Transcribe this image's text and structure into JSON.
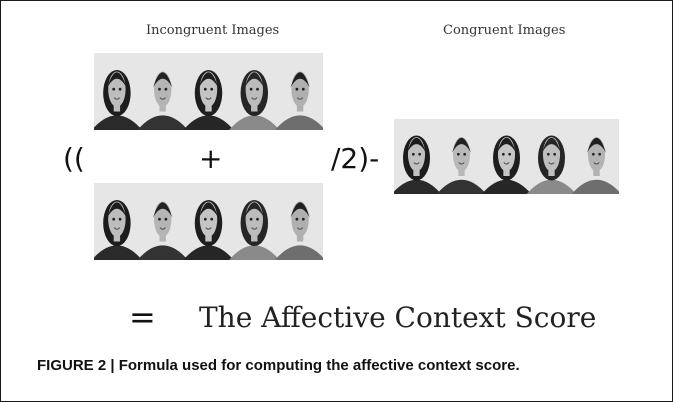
{
  "figure": {
    "heading_left": "Incongruent Images",
    "heading_right": "Congruent Images",
    "operators": {
      "open": "((",
      "plus": "+",
      "divide": "/2)-",
      "equals": "="
    },
    "result": "The Affective Context Score",
    "caption": "FIGURE 2 | Formula used for computing the affective context score."
  },
  "panels": [
    {
      "name": "incongruent-top",
      "faces": [
        {
          "hair": "#1c1c1c",
          "skin": "#bdbdbd",
          "shirt": "#2a2a2a",
          "long": true
        },
        {
          "hair": "#222222",
          "skin": "#b5b5b5",
          "shirt": "#333333",
          "long": false
        },
        {
          "hair": "#1e1e1e",
          "skin": "#c4c4c4",
          "shirt": "#262626",
          "long": true
        },
        {
          "hair": "#262626",
          "skin": "#bcbcbc",
          "shirt": "#8a8a8a",
          "long": true
        },
        {
          "hair": "#202020",
          "skin": "#b0b0b0",
          "shirt": "#6e6e6e",
          "long": false
        }
      ]
    },
    {
      "name": "incongruent-bottom",
      "faces": [
        {
          "hair": "#1c1c1c",
          "skin": "#bdbdbd",
          "shirt": "#2a2a2a",
          "long": true
        },
        {
          "hair": "#222222",
          "skin": "#b5b5b5",
          "shirt": "#333333",
          "long": false
        },
        {
          "hair": "#1e1e1e",
          "skin": "#c4c4c4",
          "shirt": "#262626",
          "long": true
        },
        {
          "hair": "#262626",
          "skin": "#bcbcbc",
          "shirt": "#8a8a8a",
          "long": true
        },
        {
          "hair": "#202020",
          "skin": "#b0b0b0",
          "shirt": "#6e6e6e",
          "long": false
        }
      ]
    },
    {
      "name": "congruent",
      "faces": [
        {
          "hair": "#1c1c1c",
          "skin": "#c0c0c0",
          "shirt": "#2a2a2a",
          "long": true
        },
        {
          "hair": "#222222",
          "skin": "#b8b8b8",
          "shirt": "#333333",
          "long": false
        },
        {
          "hair": "#1e1e1e",
          "skin": "#c6c6c6",
          "shirt": "#262626",
          "long": true
        },
        {
          "hair": "#262626",
          "skin": "#bebebe",
          "shirt": "#8a8a8a",
          "long": true
        },
        {
          "hair": "#202020",
          "skin": "#b3b3b3",
          "shirt": "#6e6e6e",
          "long": false
        }
      ]
    }
  ]
}
